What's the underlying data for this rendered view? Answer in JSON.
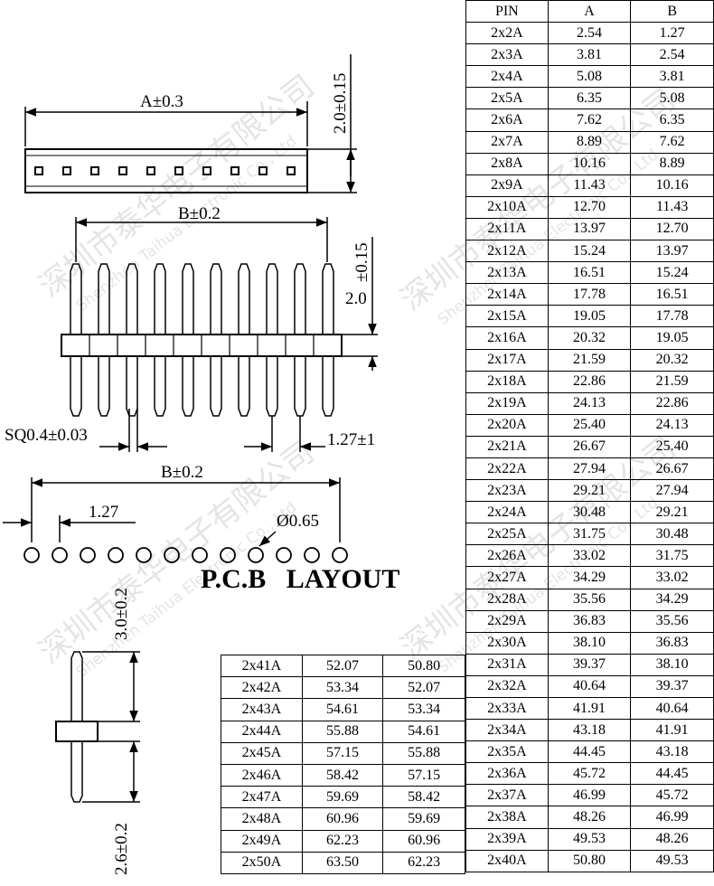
{
  "watermark": {
    "cn": "深圳市泰华电子有限公司",
    "en": "Shenzhen Taihua Electronic Co., Ltd"
  },
  "dimensions": {
    "a_tol": "A±0.3",
    "h_tol": "2.0±0.15",
    "b_tol": "B±0.2",
    "h2_tol_top": "±0.15",
    "h2_value": "2.0",
    "sq": "SQ0.4±0.03",
    "pitch_tol": "1.27±1",
    "pcb_b_tol": "B±0.2",
    "pcb_pitch": "1.27",
    "hole_dia": "Ø0.65",
    "side_top": "3.0±0.2",
    "side_bottom": "2.6±0.2"
  },
  "pcb_title": "P.C.B   LAYOUT",
  "main_table": {
    "headers": [
      "PIN",
      "A",
      "B"
    ],
    "rows": [
      [
        "2x2A",
        "2.54",
        "1.27"
      ],
      [
        "2x3A",
        "3.81",
        "2.54"
      ],
      [
        "2x4A",
        "5.08",
        "3.81"
      ],
      [
        "2x5A",
        "6.35",
        "5.08"
      ],
      [
        "2x6A",
        "7.62",
        "6.35"
      ],
      [
        "2x7A",
        "8.89",
        "7.62"
      ],
      [
        "2x8A",
        "10.16",
        "8.89"
      ],
      [
        "2x9A",
        "11.43",
        "10.16"
      ],
      [
        "2x10A",
        "12.70",
        "11.43"
      ],
      [
        "2x11A",
        "13.97",
        "12.70"
      ],
      [
        "2x12A",
        "15.24",
        "13.97"
      ],
      [
        "2x13A",
        "16.51",
        "15.24"
      ],
      [
        "2x14A",
        "17.78",
        "16.51"
      ],
      [
        "2x15A",
        "19.05",
        "17.78"
      ],
      [
        "2x16A",
        "20.32",
        "19.05"
      ],
      [
        "2x17A",
        "21.59",
        "20.32"
      ],
      [
        "2x18A",
        "22.86",
        "21.59"
      ],
      [
        "2x19A",
        "24.13",
        "22.86"
      ],
      [
        "2x20A",
        "25.40",
        "24.13"
      ],
      [
        "2x21A",
        "26.67",
        "25.40"
      ],
      [
        "2x22A",
        "27.94",
        "26.67"
      ],
      [
        "2x23A",
        "29.21",
        "27.94"
      ],
      [
        "2x24A",
        "30.48",
        "29.21"
      ],
      [
        "2x25A",
        "31.75",
        "30.48"
      ],
      [
        "2x26A",
        "33.02",
        "31.75"
      ],
      [
        "2x27A",
        "34.29",
        "33.02"
      ],
      [
        "2x28A",
        "35.56",
        "34.29"
      ],
      [
        "2x29A",
        "36.83",
        "35.56"
      ],
      [
        "2x30A",
        "38.10",
        "36.83"
      ],
      [
        "2x31A",
        "39.37",
        "38.10"
      ],
      [
        "2x32A",
        "40.64",
        "39.37"
      ],
      [
        "2x33A",
        "41.91",
        "40.64"
      ],
      [
        "2x34A",
        "43.18",
        "41.91"
      ],
      [
        "2x35A",
        "44.45",
        "43.18"
      ],
      [
        "2x36A",
        "45.72",
        "44.45"
      ],
      [
        "2x37A",
        "46.99",
        "45.72"
      ],
      [
        "2x38A",
        "48.26",
        "46.99"
      ],
      [
        "2x39A",
        "49.53",
        "48.26"
      ],
      [
        "2x40A",
        "50.80",
        "49.53"
      ]
    ]
  },
  "small_table": {
    "rows": [
      [
        "2x41A",
        "52.07",
        "50.80"
      ],
      [
        "2x42A",
        "53.34",
        "52.07"
      ],
      [
        "2x43A",
        "54.61",
        "53.34"
      ],
      [
        "2x44A",
        "55.88",
        "54.61"
      ],
      [
        "2x45A",
        "57.15",
        "55.88"
      ],
      [
        "2x46A",
        "58.42",
        "57.15"
      ],
      [
        "2x47A",
        "59.69",
        "58.42"
      ],
      [
        "2x48A",
        "60.96",
        "59.69"
      ],
      [
        "2x49A",
        "62.23",
        "60.96"
      ],
      [
        "2x50A",
        "63.50",
        "62.23"
      ]
    ]
  }
}
